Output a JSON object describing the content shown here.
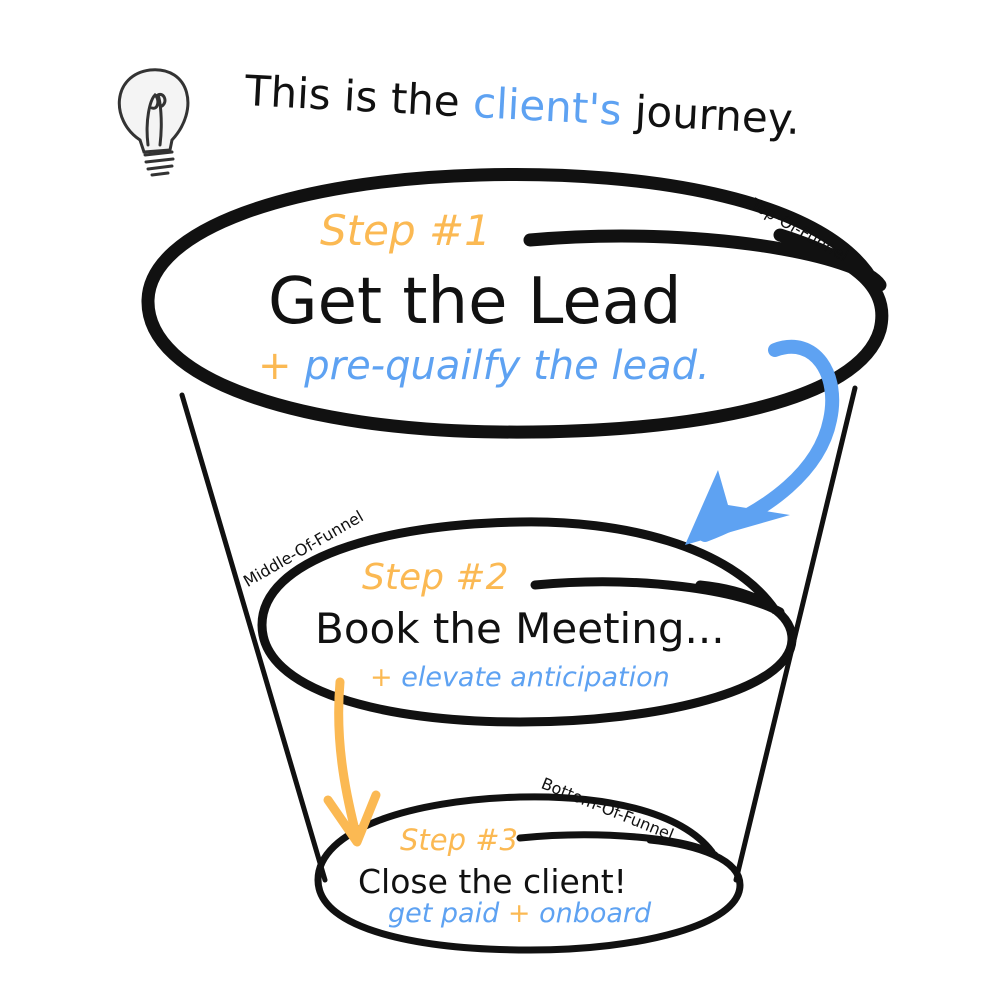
{
  "title": {
    "prefix": "This  is the",
    "highlight": "client's",
    "suffix": "journey."
  },
  "colors": {
    "blue": "#5ea2f2",
    "orange": "#fbb953",
    "ink": "#111111"
  },
  "icons": {
    "idea": "lightbulb-icon"
  },
  "stages": [
    {
      "tag": "Top-Of-Funnel",
      "step": "Step #1",
      "action": "Get the Lead",
      "plus": "+",
      "detail": "pre-quailfy the lead."
    },
    {
      "tag": "Middle-Of-Funnel",
      "step": "Step #2",
      "action": "Book the Meeting...",
      "plus": "+",
      "detail": "elevate anticipation"
    },
    {
      "tag": "Bottom-Of-Funnel",
      "step": "Step #3",
      "action": "Close the client!",
      "detail_a": "get paid",
      "plus": "+",
      "detail_b": "onboard"
    }
  ]
}
